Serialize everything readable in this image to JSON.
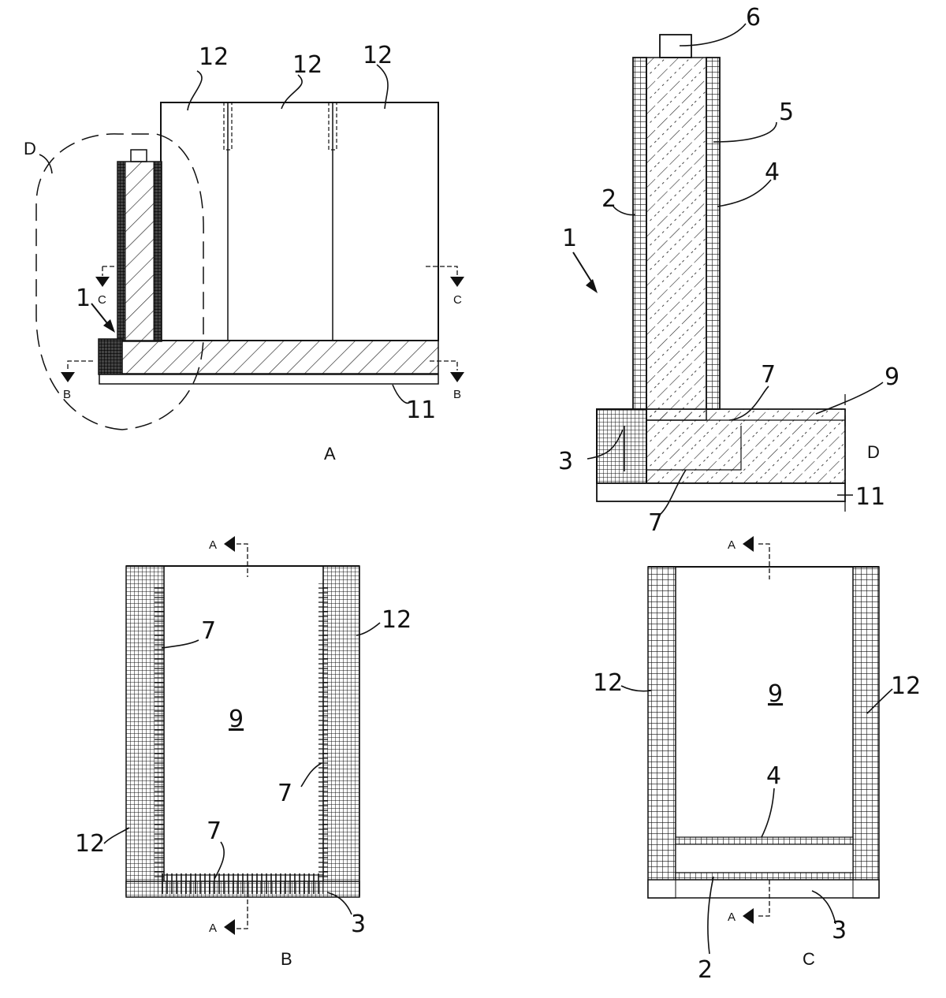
{
  "views": {
    "A": {
      "caption": "A",
      "labels": {
        "panel_left": "12",
        "panel_mid": "12",
        "panel_right": "12",
        "element": "1",
        "base": "11",
        "detail": "D",
        "sec_c_left": "C",
        "sec_c_right": "C",
        "sec_b_left": "B",
        "sec_b_right": "B"
      }
    },
    "D": {
      "caption": "D",
      "labels": {
        "cap": "6",
        "core": "5",
        "inner_face": "4",
        "outer_face": "2",
        "element": "1",
        "joint_upper": "7",
        "slab": "9",
        "toe": "3",
        "joint_lower": "7",
        "base": "11"
      }
    },
    "B": {
      "caption": "B",
      "labels": {
        "sec_a_top": "A",
        "sec_a_bottom": "A",
        "wall_right": "12",
        "joint_left": "7",
        "area": "9",
        "joint_right": "7",
        "joint_bottom": "7",
        "wall_left": "12",
        "toe": "3"
      }
    },
    "C": {
      "caption": "C",
      "labels": {
        "sec_a_top": "A",
        "sec_a_bottom": "A",
        "wall_left": "12",
        "area": "9",
        "wall_right": "12",
        "inner_face": "4",
        "outer_face": "2",
        "toe": "3"
      }
    }
  },
  "colors": {
    "line": "#111111",
    "paper": "#ffffff"
  }
}
